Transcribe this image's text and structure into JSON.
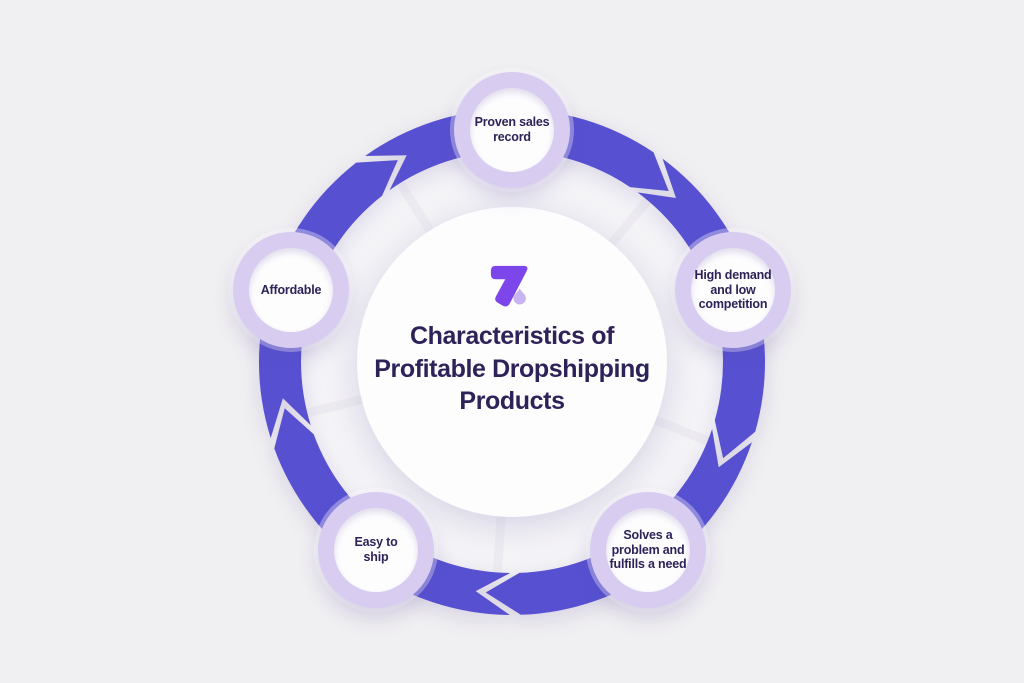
{
  "title": "Characteristics of\nProfitable Dropshipping\nProducts",
  "logo": {
    "name": "zendrop-logo"
  },
  "diagram": {
    "type": "cycle",
    "direction": "clockwise",
    "nodes": [
      {
        "label": "Proven sales\nrecord",
        "angle": -90
      },
      {
        "label": "High demand\nand low\ncompetition",
        "angle": -18
      },
      {
        "label": "Solves a\nproblem and\nfulfills a need",
        "angle": 54
      },
      {
        "label": "Easy to\nship",
        "angle": 126
      },
      {
        "label": "Affordable",
        "angle": 198
      }
    ]
  },
  "colors": {
    "background": "#f0eff1",
    "band": "#5751d2",
    "node_ring": "#d8cdf0",
    "node_fill": "#fdfdfe",
    "inner_disc": "#f4f3f6",
    "wedge_line": "#edebf1",
    "center_circle": "#fdfdfe",
    "text": "#2e2258",
    "logo_purple": "#7d46ea",
    "logo_droplet": "#c7b4f1"
  }
}
